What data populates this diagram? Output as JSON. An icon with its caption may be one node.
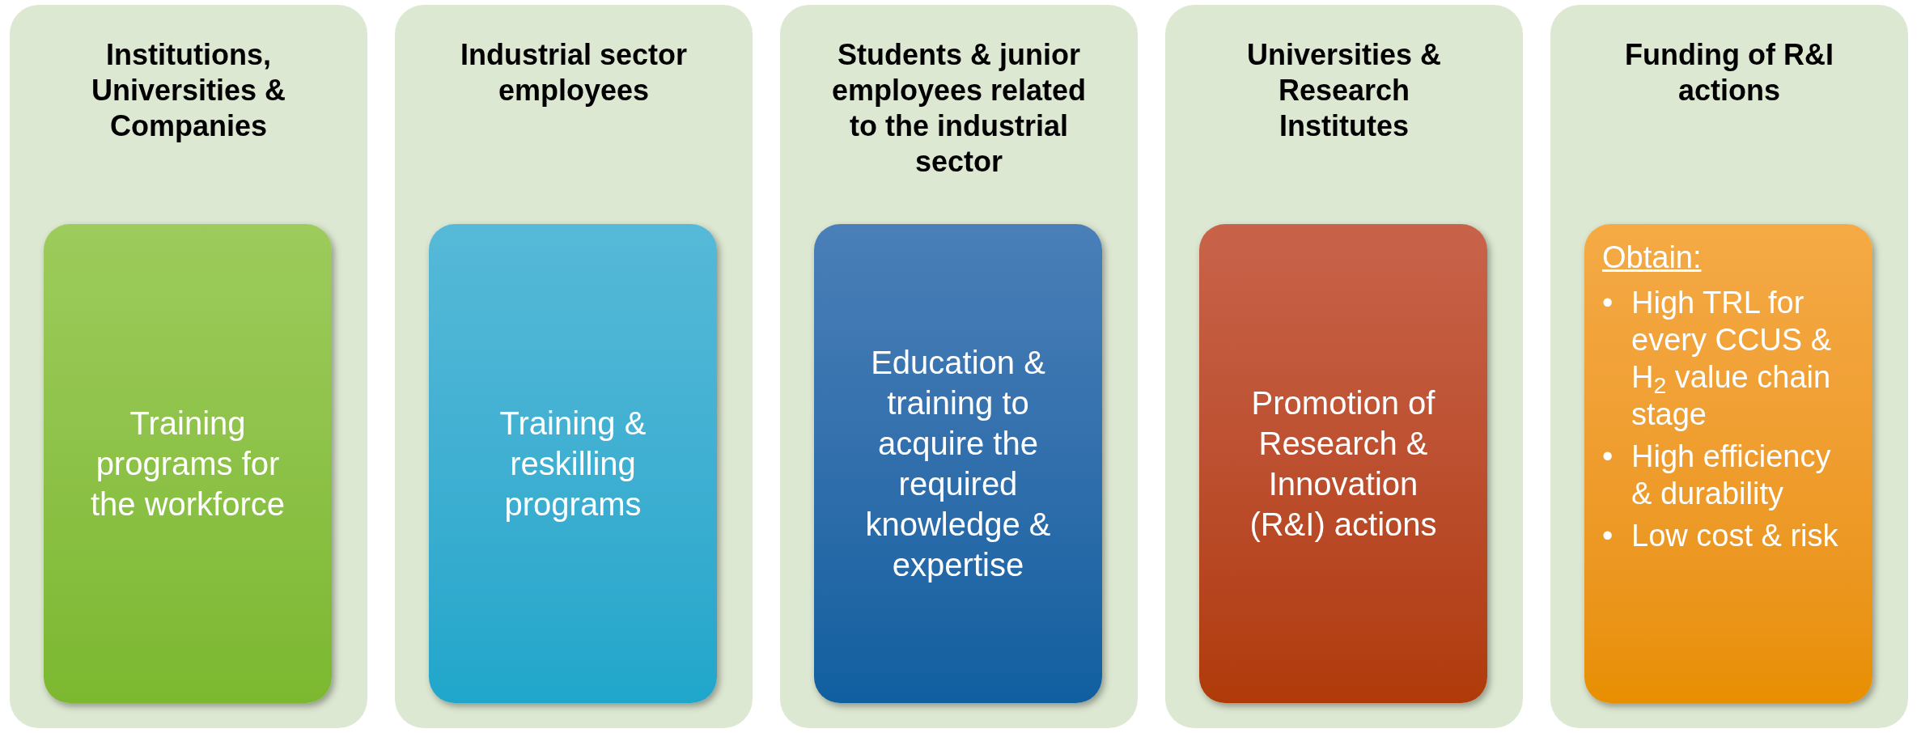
{
  "diagram": {
    "nodes": [
      {
        "text": [
          "Institutions, Universities & Companies"
        ]
      },
      {
        "text": [
          "Training programs for the workforce"
        ],
        "in": 0
      },
      {
        "text": [
          "Industrial sector employees"
        ]
      },
      {
        "text": [
          "Training & reskilling programs"
        ],
        "in": 2
      },
      {
        "text": [
          "Students & junior employees related to the industrial sector"
        ]
      },
      {
        "text": [
          "Education & training to acquire the required knowledge & expertise"
        ],
        "in": 4
      },
      {
        "text": [
          "Universities & Research Institutes"
        ]
      },
      {
        "text": [
          "Promotion of Research & Innovation (R&I) actions"
        ],
        "in": 6
      },
      {
        "text": [
          "Funding of R&I actions"
        ]
      },
      {
        "text": [
          "Obtain:",
          "High TRL for every CCUS & H$_{2}$ value chain stage",
          "High efficiency & durability",
          "Low cost & risk"
        ],
        "in": 8
      }
    ],
    "labels": [
      "•",
      "•",
      "•"
    ]
  }
}
